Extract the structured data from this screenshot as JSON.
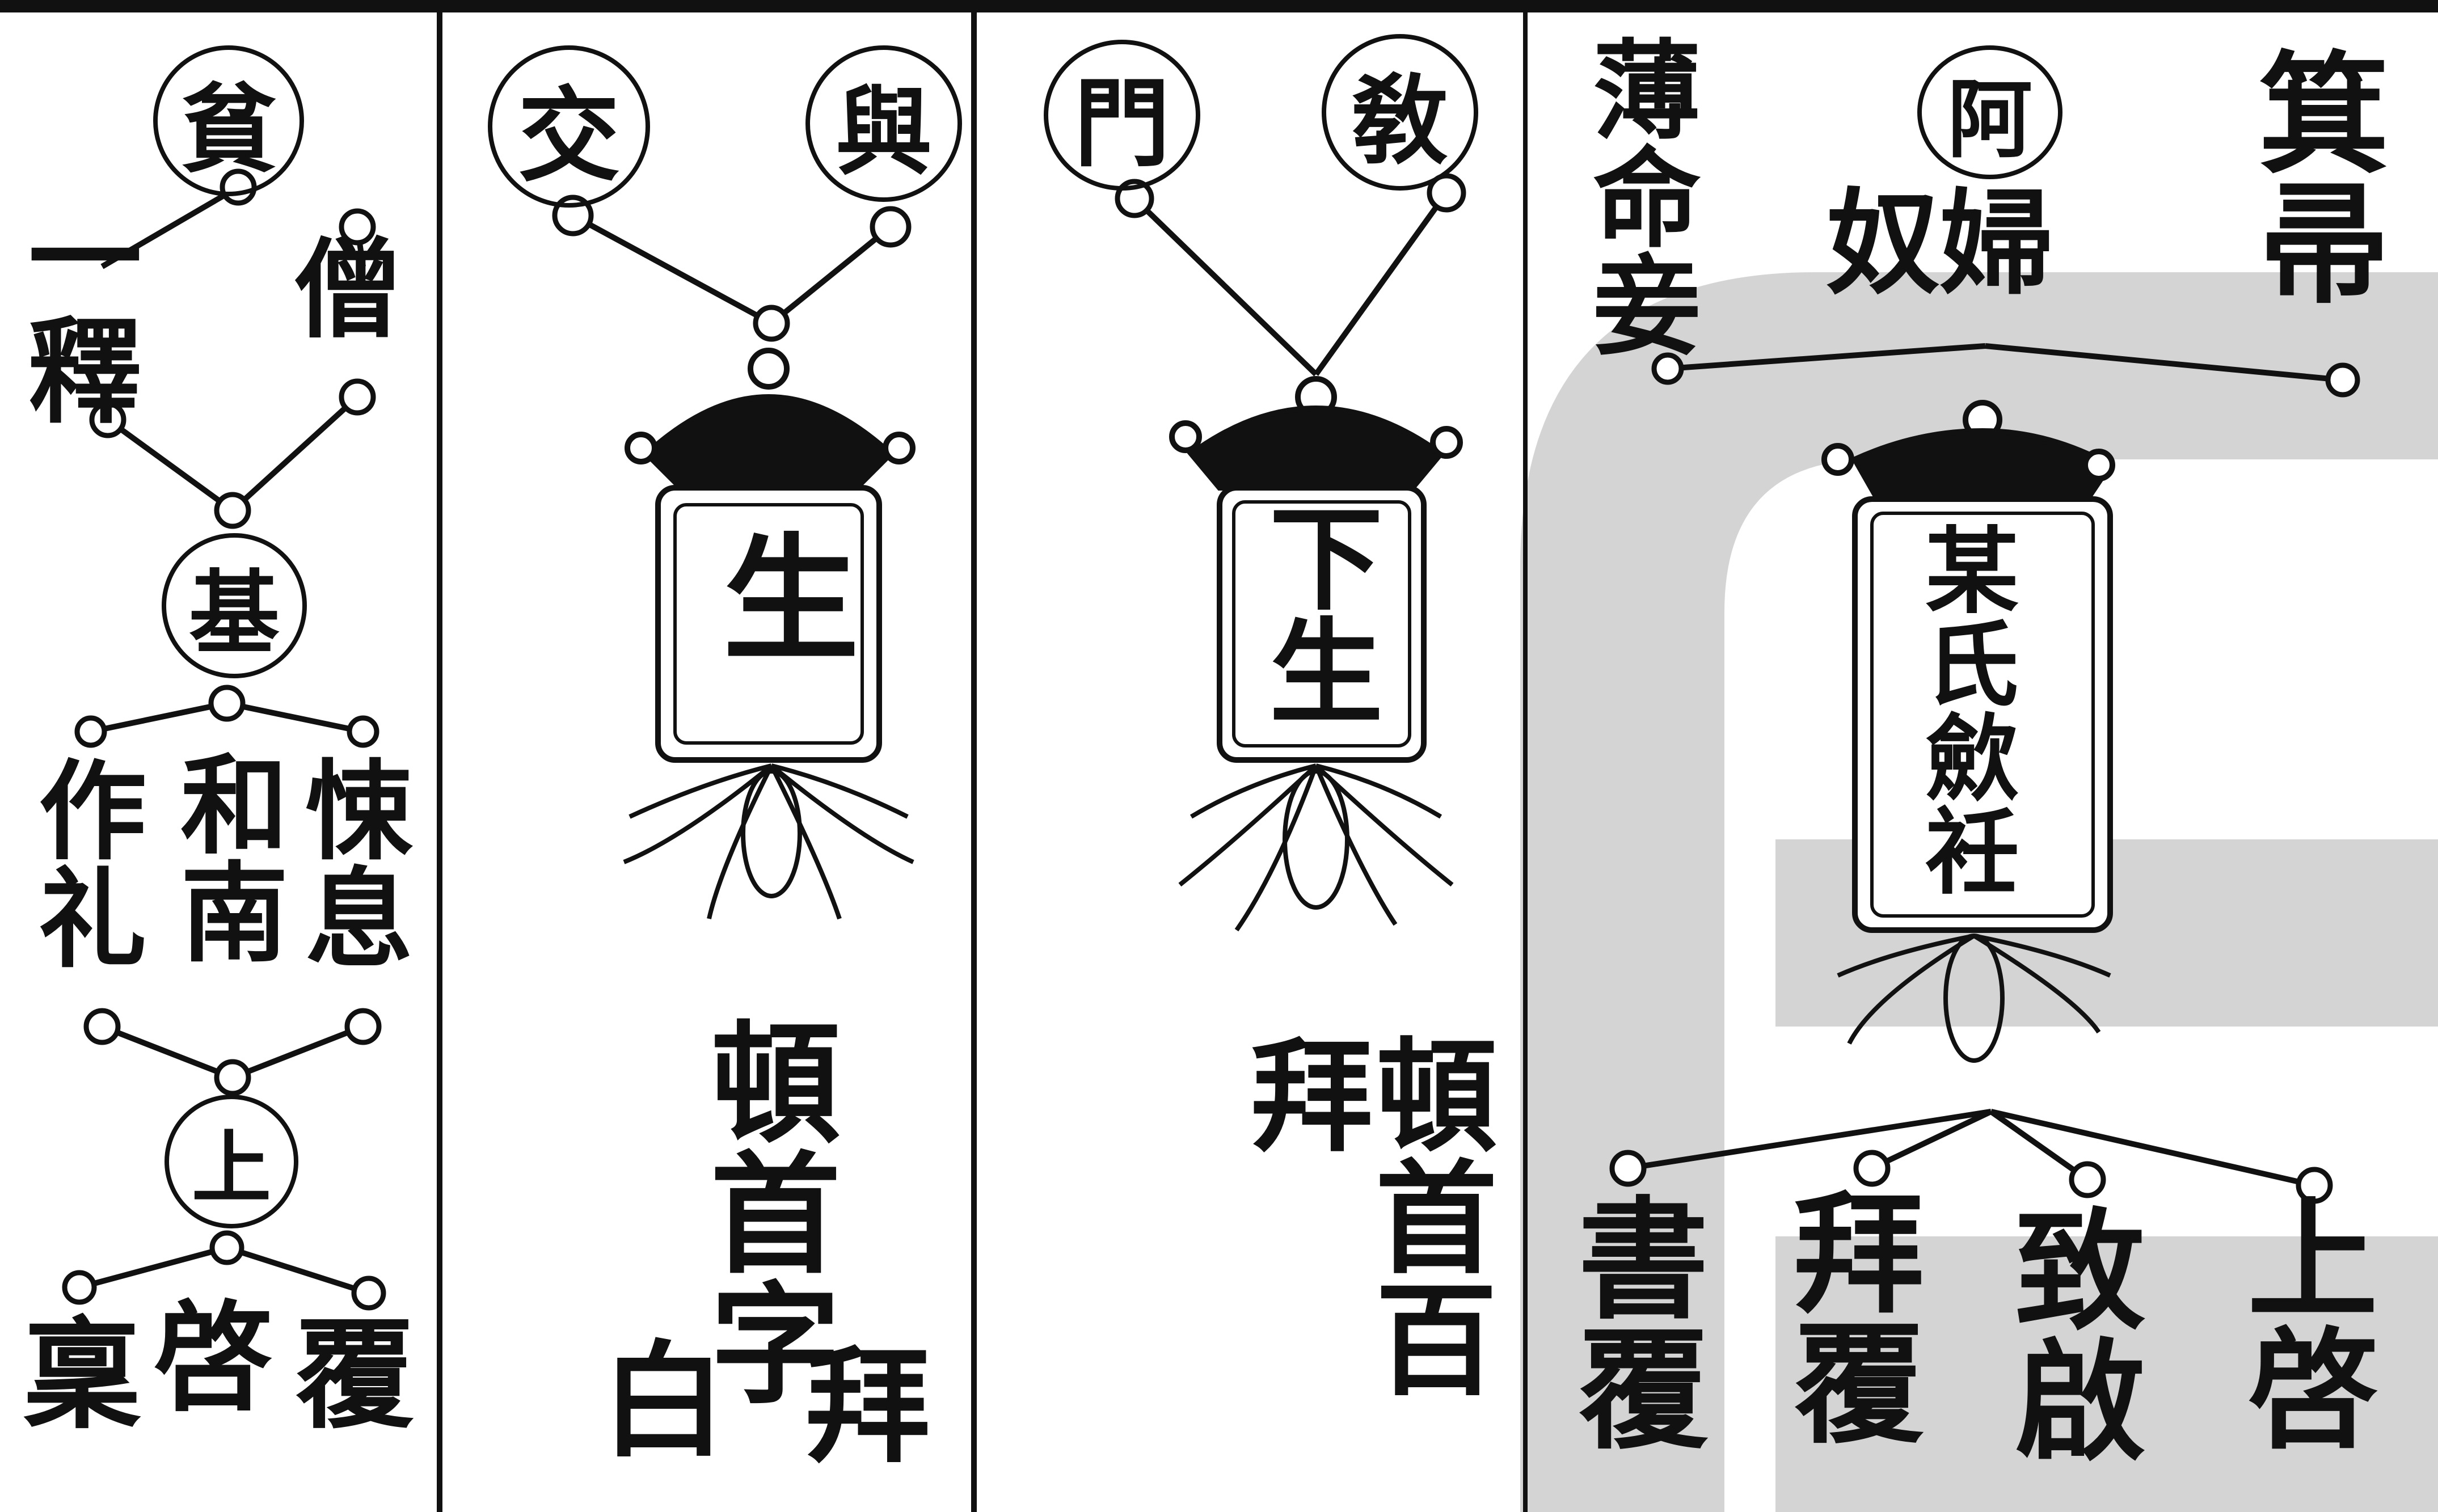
{
  "panel1": {
    "top_circle": "貧",
    "left_label": "一釋",
    "right_label": "僧",
    "mid_circle": "基",
    "row_left": "作礼",
    "row_mid": "和南",
    "row_right": "悚息",
    "bottom_circle": "上",
    "bottom_left": "稟",
    "bottom_mid": "啓",
    "bottom_right": "覆"
  },
  "panel2": {
    "circle_left": "交",
    "circle_right": "與",
    "tablet": "生",
    "col_main": "頓首字",
    "col_right": "拜",
    "col_left": "白"
  },
  "panel3": {
    "circle_left": "門",
    "circle_right": "敎",
    "tablet": "下生",
    "col_main": "頓首百拜"
  },
  "panel4": {
    "top_left": "薄命妾",
    "circle_top": "阿",
    "top_mid": "奴婦",
    "top_right": "箕帚",
    "tablet": "某氏歛衽",
    "bottom_1": "書覆",
    "bottom_2": "拜覆",
    "bottom_3": "致啟",
    "bottom_4": "上啓"
  },
  "colors": {
    "ink": "#111111",
    "paper": "#ffffff",
    "watermark": "#d4d4d4"
  }
}
